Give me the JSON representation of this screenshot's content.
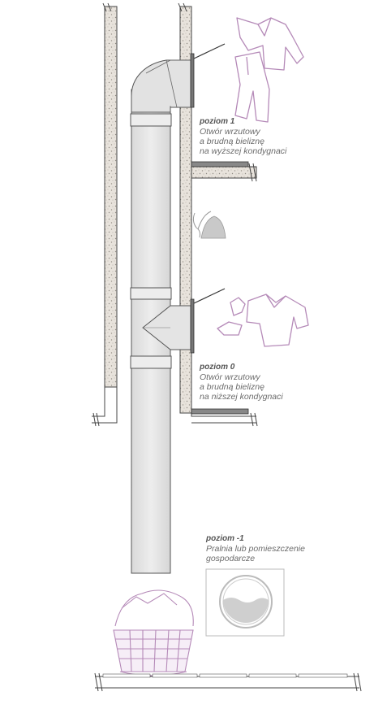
{
  "level1": {
    "name": "poziom 1",
    "lines": [
      "Otwór wrzutowy",
      "a brudną bieliznę",
      "na wyższej kondygnaci"
    ]
  },
  "level0": {
    "name": "poziom 0",
    "lines": [
      "Otwór wrzutowy",
      "a brudną bieliznę",
      "na niższej kondygnaci"
    ]
  },
  "levelm1": {
    "name": "poziom -1",
    "lines": [
      "Pralnia lub pomieszczenie",
      "gospodarcze"
    ]
  },
  "colors": {
    "wall": "#e4e0da",
    "pipe": "#e6e6e6",
    "outline": "#333333",
    "clothes": "#b58ab8"
  }
}
